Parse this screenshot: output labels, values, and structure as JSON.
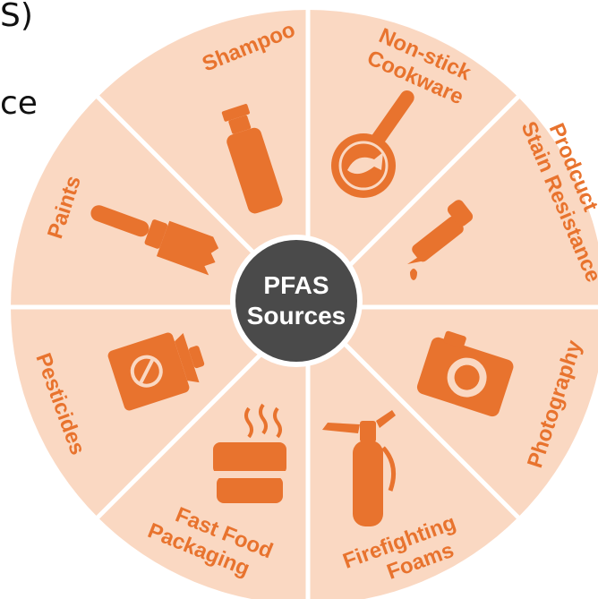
{
  "page_fragments": {
    "top": "S)",
    "middle": "ce"
  },
  "center": {
    "line1": "PFAS",
    "line2": "Sources"
  },
  "segments": [
    {
      "lines": [
        "Shampoo"
      ],
      "icon": "shampoo-bottle-icon"
    },
    {
      "lines": [
        "Non-stick",
        "Cookware"
      ],
      "icon": "frying-pan-icon"
    },
    {
      "lines": [
        "Stain Resistance",
        "Prodcuct"
      ],
      "icon": "dropper-icon"
    },
    {
      "lines": [
        "Photography"
      ],
      "icon": "camera-icon"
    },
    {
      "lines": [
        "Firefighting",
        "Foams"
      ],
      "icon": "fire-extinguisher-icon"
    },
    {
      "lines": [
        "Fast Food",
        "Packaging"
      ],
      "icon": "food-container-icon"
    },
    {
      "lines": [
        "Pesticides"
      ],
      "icon": "spray-can-icon"
    },
    {
      "lines": [
        "Paints"
      ],
      "icon": "paint-brush-icon"
    }
  ],
  "colors": {
    "segment_fill": "#FAD8C2",
    "accent": "#E8732E",
    "hub": "#4A4A4A",
    "divider": "#FFFFFF"
  }
}
